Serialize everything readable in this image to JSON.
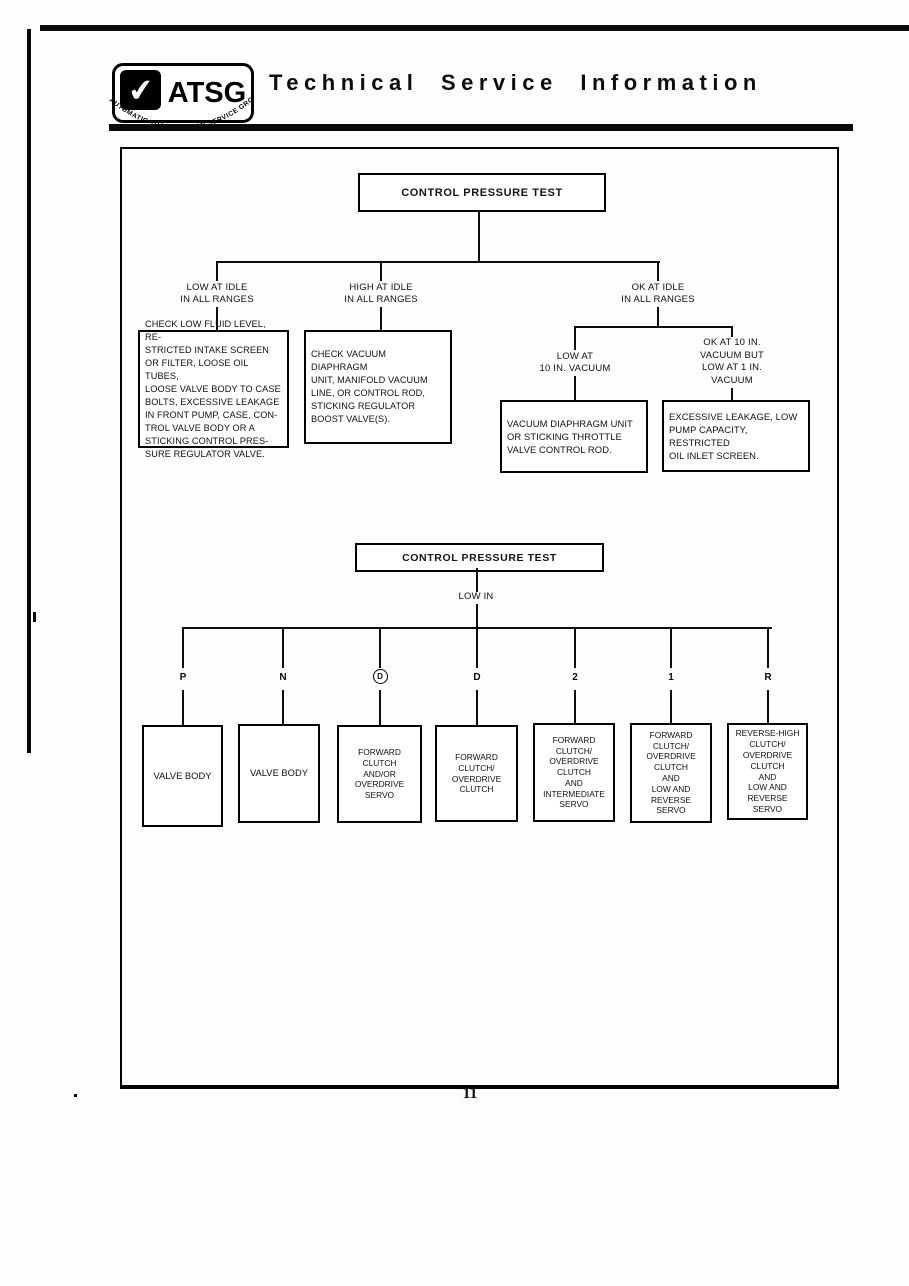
{
  "header": {
    "title": "Technical Service Information"
  },
  "logo": {
    "brand": "ATSG",
    "tagline": "AUTOMATIC TRANSMISSION SERVICE GROUP",
    "checkmark": "✔"
  },
  "page": {
    "number": "11"
  },
  "flowchart1": {
    "root": "CONTROL PRESSURE TEST",
    "branches": [
      {
        "condition": "LOW AT IDLE\nIN ALL RANGES",
        "action": "CHECK LOW FLUID LEVEL, RE-\nSTRICTED INTAKE SCREEN\nOR FILTER, LOOSE OIL TUBES,\nLOOSE VALVE BODY TO CASE\nBOLTS, EXCESSIVE LEAKAGE\nIN FRONT PUMP, CASE, CON-\nTROL VALVE BODY OR A\nSTICKING CONTROL PRES-\nSURE REGULATOR VALVE."
      },
      {
        "condition": "HIGH AT IDLE\nIN ALL RANGES",
        "action": "CHECK VACUUM DIAPHRAGM\nUNIT, MANIFOLD VACUUM\nLINE, OR CONTROL ROD,\nSTICKING REGULATOR\nBOOST VALVE(S)."
      },
      {
        "condition": "OK AT IDLE\nIN ALL RANGES",
        "sub_branches": [
          {
            "condition": "LOW AT\n10 IN. VACUUM",
            "action": "VACUUM DIAPHRAGM UNIT\nOR STICKING THROTTLE\nVALVE CONTROL ROD."
          },
          {
            "condition": "OK AT 10 IN.\nVACUUM BUT\nLOW AT 1 IN.\nVACUUM",
            "action": "EXCESSIVE LEAKAGE, LOW\nPUMP CAPACITY, RESTRICTED\nOIL INLET SCREEN."
          }
        ]
      }
    ]
  },
  "flowchart2": {
    "root": "CONTROL PRESSURE TEST",
    "condition": "LOW IN",
    "columns": [
      {
        "gear": "P",
        "circled": false,
        "component": "VALVE BODY"
      },
      {
        "gear": "N",
        "circled": false,
        "component": "VALVE BODY"
      },
      {
        "gear": "D",
        "circled": true,
        "component": "FORWARD\nCLUTCH\nAND/OR\nOVERDRIVE\nSERVO"
      },
      {
        "gear": "D",
        "circled": false,
        "component": "FORWARD\nCLUTCH/\nOVERDRIVE\nCLUTCH"
      },
      {
        "gear": "2",
        "circled": false,
        "component": "FORWARD\nCLUTCH/\nOVERDRIVE\nCLUTCH\nAND\nINTERMEDIATE\nSERVO"
      },
      {
        "gear": "1",
        "circled": false,
        "component": "FORWARD\nCLUTCH/\nOVERDRIVE\nCLUTCH\nAND\nLOW AND\nREVERSE\nSERVO"
      },
      {
        "gear": "R",
        "circled": false,
        "component": "REVERSE-HIGH\nCLUTCH/\nOVERDRIVE\nCLUTCH\nAND\nLOW AND\nREVERSE\nSERVO"
      }
    ]
  }
}
